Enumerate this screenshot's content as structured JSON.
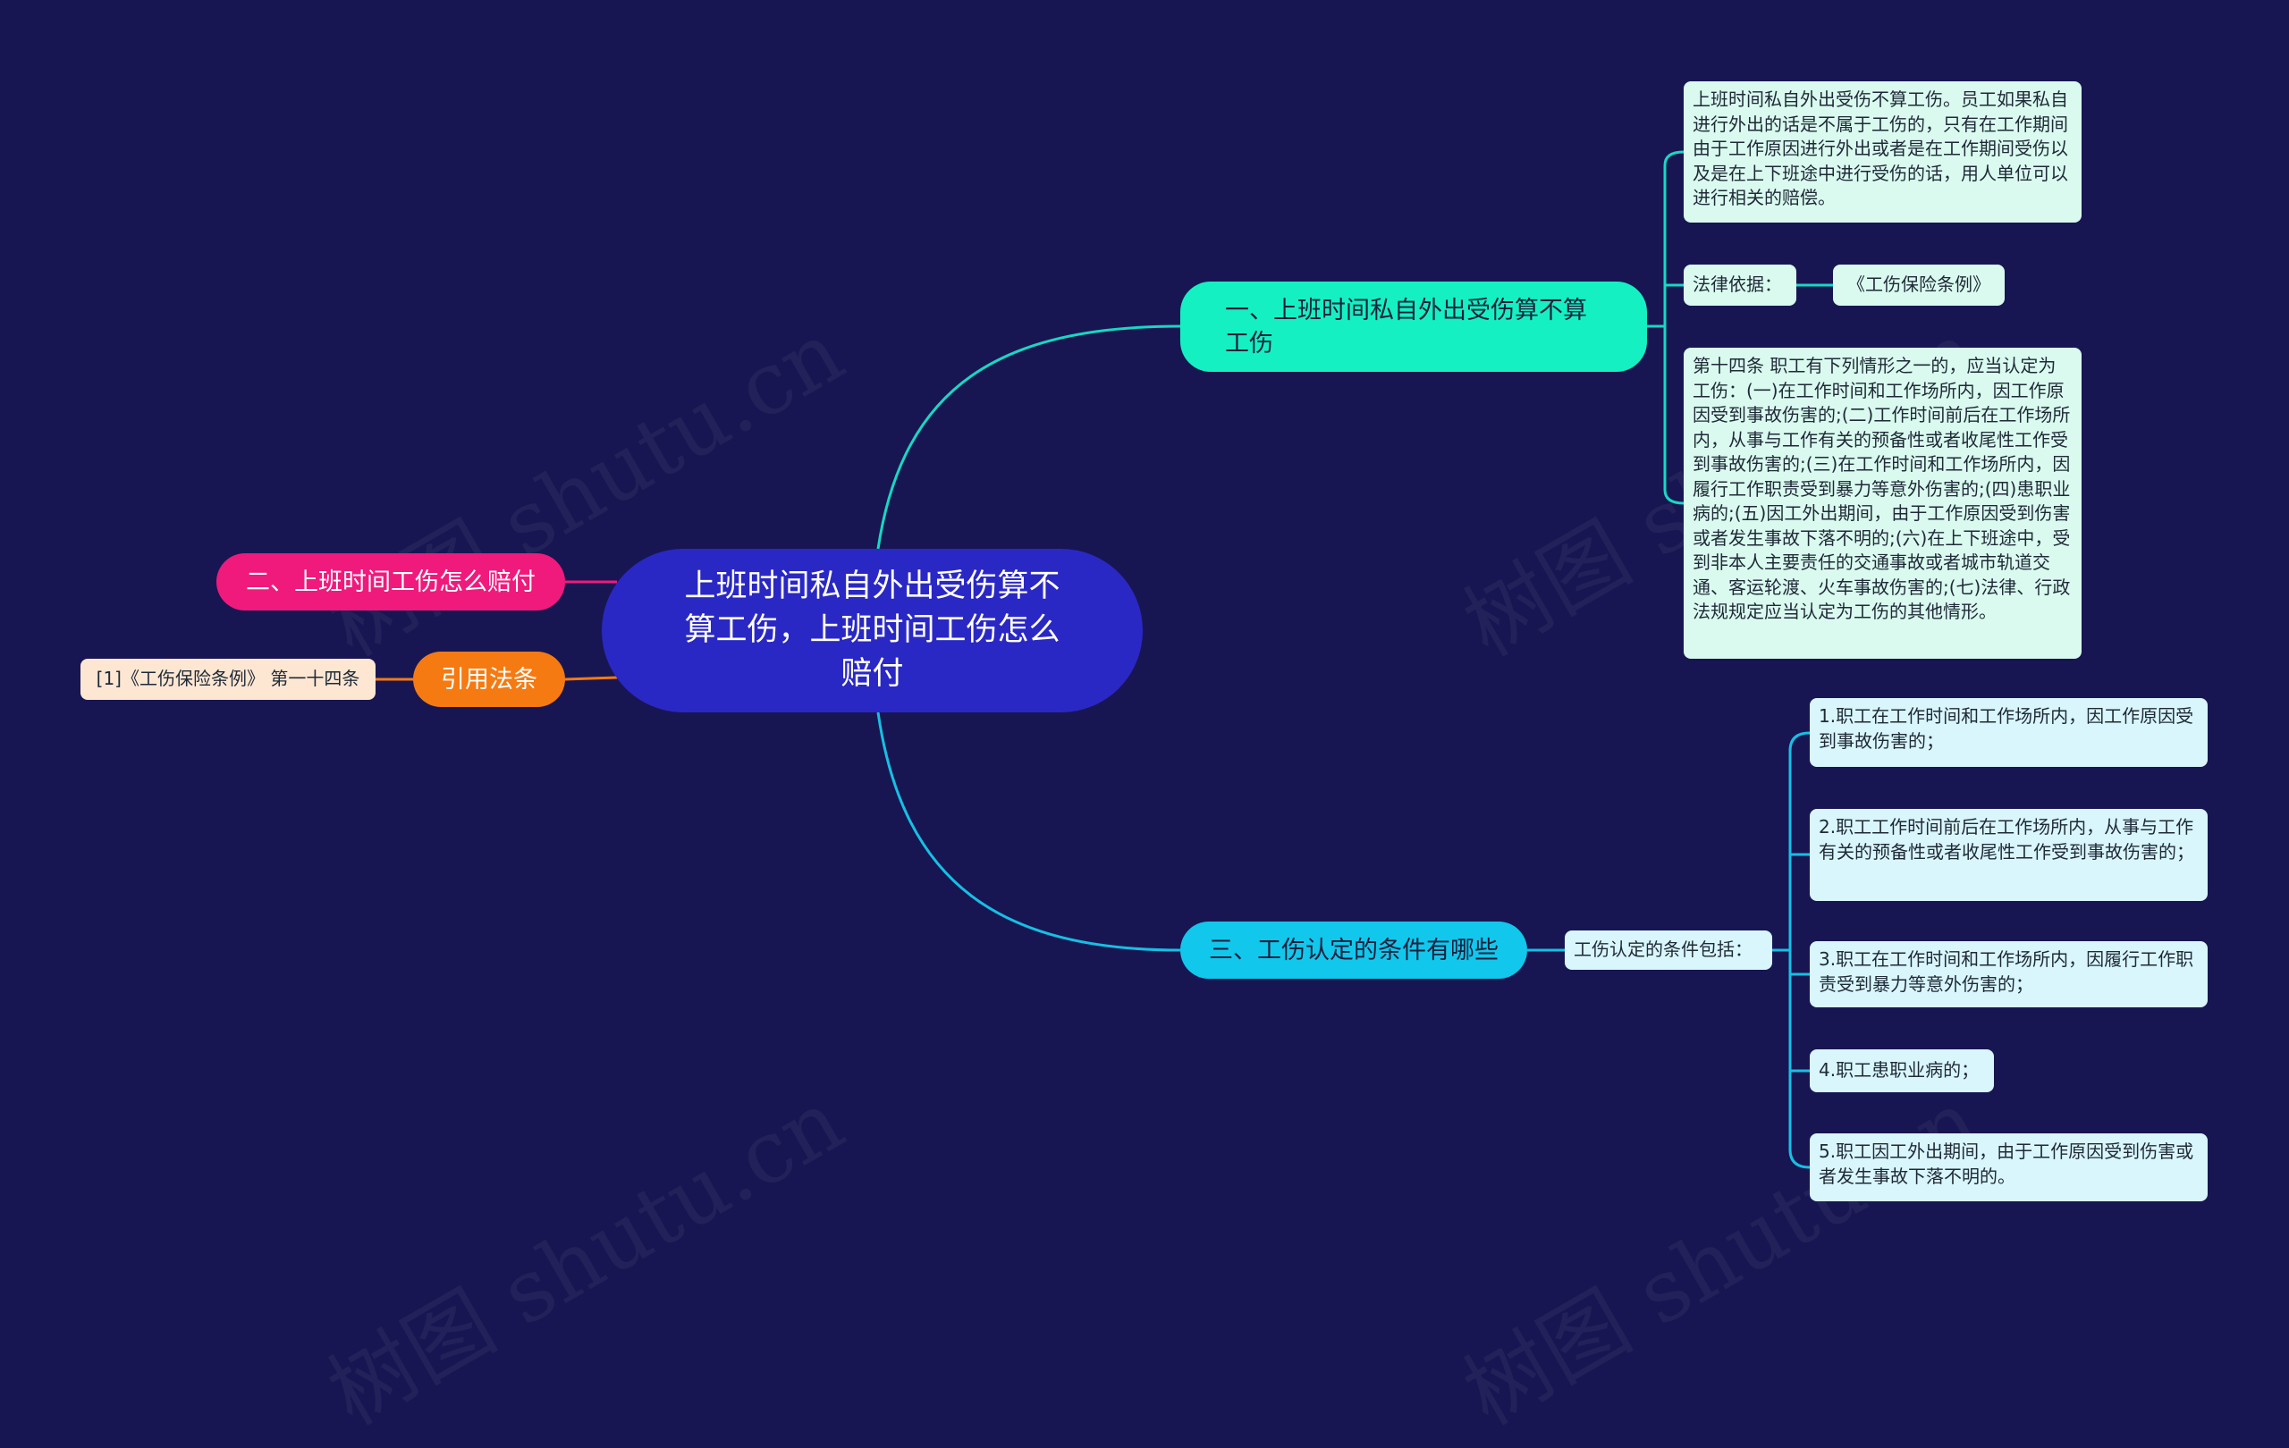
{
  "watermark": "树图 shutu.cn",
  "colors": {
    "background": "#181652",
    "root": "#2a28c4",
    "branch1": "#15f0c2",
    "branch2": "#f01a7c",
    "branch3": "#f57a12",
    "branch4": "#12c7ec"
  },
  "root": {
    "title": "上班时间私自外出受伤算不算工伤，上班时间工伤怎么赔付"
  },
  "branch1": {
    "label": "一、上班时间私自外出受伤算不算工伤",
    "summary": "上班时间私自外出受伤不算工伤。员工如果私自进行外出的话是不属于工伤的，只有在工作期间由于工作原因进行外出或者是在工作期间受伤以及是在上下班途中进行受伤的话，用人单位可以进行相关的赔偿。",
    "legal_basis_label": "法律依据：",
    "legal_basis_source": "《工伤保险条例》",
    "article": "第十四条 职工有下列情形之一的，应当认定为工伤：(一)在工作时间和工作场所内，因工作原因受到事故伤害的;(二)工作时间前后在工作场所内，从事与工作有关的预备性或者收尾性工作受到事故伤害的;(三)在工作时间和工作场所内，因履行工作职责受到暴力等意外伤害的;(四)患职业病的;(五)因工外出期间，由于工作原因受到伤害或者发生事故下落不明的;(六)在上下班途中，受到非本人主要责任的交通事故或者城市轨道交通、客运轮渡、火车事故伤害的;(七)法律、行政法规规定应当认定为工伤的其他情形。"
  },
  "branch2": {
    "label": "二、上班时间工伤怎么赔付"
  },
  "branch3": {
    "label": "引用法条",
    "ref": "[1]《工伤保险条例》 第一十四条"
  },
  "branch4": {
    "label": "三、工伤认定的条件有哪些",
    "intro": "工伤认定的条件包括：",
    "conditions": [
      "1.职工在工作时间和工作场所内，因工作原因受到事故伤害的；",
      "2.职工工作时间前后在工作场所内，从事与工作有关的预备性或者收尾性工作受到事故伤害的；",
      "3.职工在工作时间和工作场所内，因履行工作职责受到暴力等意外伤害的；",
      "4.职工患职业病的；",
      "5.职工因工外出期间，由于工作原因受到伤害或者发生事故下落不明的。"
    ]
  }
}
